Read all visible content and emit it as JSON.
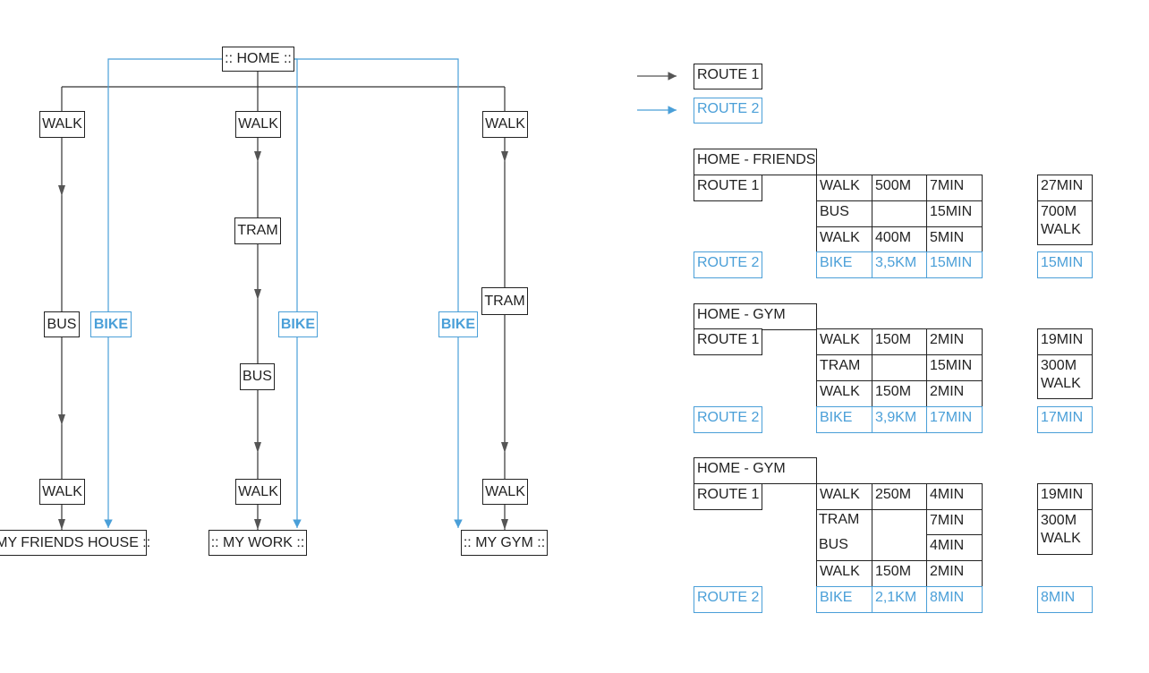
{
  "colors": {
    "route1": "#555555",
    "route2": "#4a9fd8"
  },
  "diagram": {
    "home": ":: HOME ::",
    "left": {
      "walk1": "WALK",
      "bus": "BUS",
      "bike": "BIKE",
      "walk2": "WALK",
      "dest": ":: MY FRIENDS HOUSE ::"
    },
    "center": {
      "walk1": "WALK",
      "tram": "TRAM",
      "bike": "BIKE",
      "bus": "BUS",
      "walk2": "WALK",
      "dest": ":: MY WORK ::"
    },
    "right": {
      "walk1": "WALK",
      "bike": "BIKE",
      "tram": "TRAM",
      "walk2": "WALK",
      "dest": ":: MY GYM ::"
    }
  },
  "legend": {
    "route1": "ROUTE 1",
    "route2": "ROUTE 2"
  },
  "tables": [
    {
      "title": "HOME - FRIENDS",
      "route1_label": "ROUTE 1",
      "route1_rows": [
        {
          "mode": "WALK",
          "dist": "500M",
          "time": "7MIN"
        },
        {
          "mode": "BUS",
          "dist": "",
          "time": "15MIN"
        },
        {
          "mode": "WALK",
          "dist": "400M",
          "time": "5MIN"
        }
      ],
      "route1_total": "27MIN",
      "route1_walk": "700M WALK",
      "route2_label": "ROUTE 2",
      "route2": {
        "mode": "BIKE",
        "dist": "3,5KM",
        "time": "15MIN"
      },
      "route2_total": "15MIN"
    },
    {
      "title": "HOME - GYM",
      "route1_label": "ROUTE 1",
      "route1_rows": [
        {
          "mode": "WALK",
          "dist": "150M",
          "time": "2MIN"
        },
        {
          "mode": "TRAM",
          "dist": "",
          "time": "15MIN"
        },
        {
          "mode": "WALK",
          "dist": "150M",
          "time": "2MIN"
        }
      ],
      "route1_total": "19MIN",
      "route1_walk": "300M WALK",
      "route2_label": "ROUTE 2",
      "route2": {
        "mode": "BIKE",
        "dist": "3,9KM",
        "time": "17MIN"
      },
      "route2_total": "17MIN"
    },
    {
      "title": "HOME - GYM",
      "route1_label": "ROUTE 1",
      "route1_rows": [
        {
          "mode": "WALK",
          "dist": "250M",
          "time": "4MIN"
        },
        {
          "mode": "TRAM",
          "dist": "",
          "time": "7MIN"
        },
        {
          "mode": "BUS",
          "dist": "",
          "time": "4MIN"
        },
        {
          "mode": "WALK",
          "dist": "150M",
          "time": "2MIN"
        }
      ],
      "route1_total": "19MIN",
      "route1_walk": "300M WALK",
      "route2_label": "ROUTE 2",
      "route2": {
        "mode": "BIKE",
        "dist": "2,1KM",
        "time": "8MIN"
      },
      "route2_total": "8MIN"
    }
  ]
}
